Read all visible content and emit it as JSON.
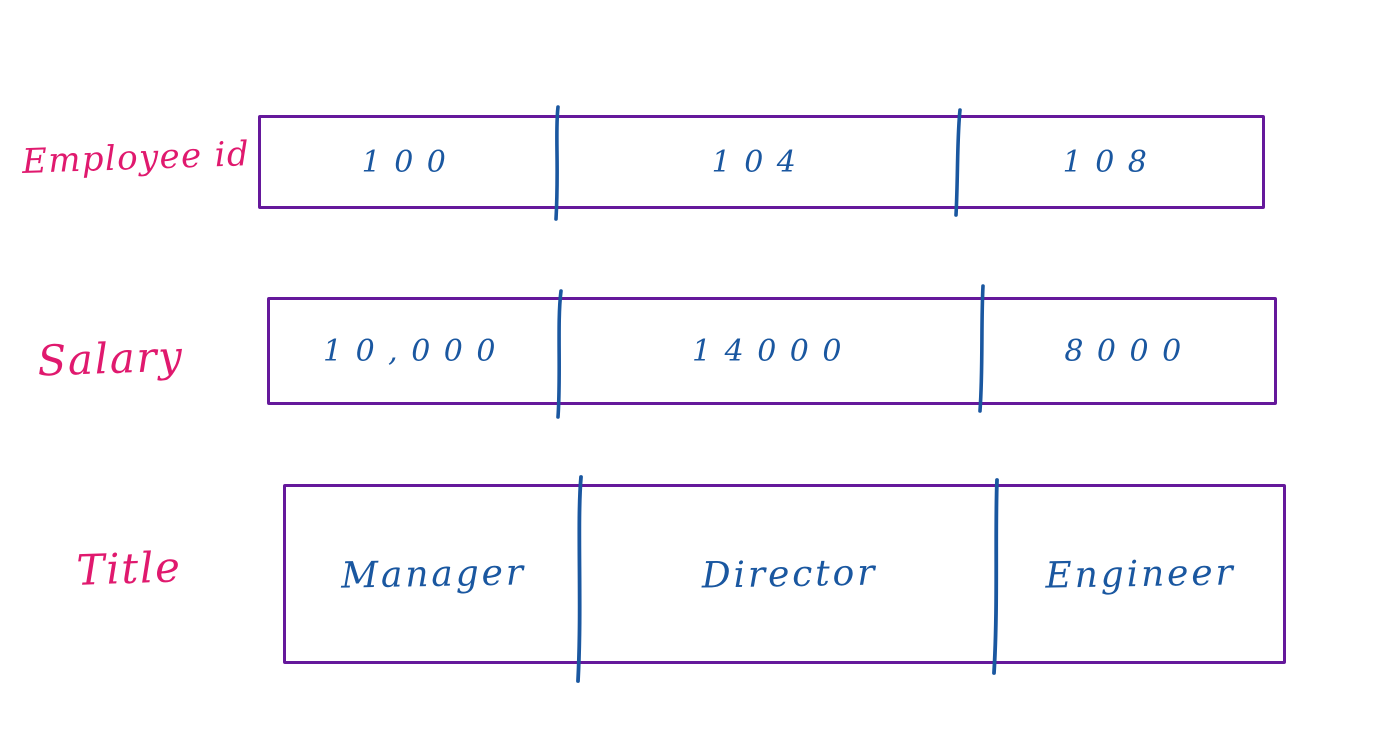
{
  "diagram": {
    "description_visible": false,
    "rows": [
      {
        "label": "Employee id",
        "cells": [
          "100",
          "104",
          "108"
        ]
      },
      {
        "label": "Salary",
        "cells": [
          "10,000",
          "14000",
          "8000"
        ]
      },
      {
        "label": "Title",
        "cells": [
          "Manager",
          "Director",
          "Engineer"
        ]
      }
    ],
    "colors": {
      "label_ink": "#e0196e",
      "value_ink": "#1a57a0",
      "box_border": "#65189b",
      "background": "#ffffff"
    }
  },
  "chart_data": {
    "type": "table",
    "title": "",
    "row_headers": [
      "Employee id",
      "Salary",
      "Title"
    ],
    "rows": [
      [
        "100",
        "104",
        "108"
      ],
      [
        "10,000",
        "14000",
        "8000"
      ],
      [
        "Manager",
        "Director",
        "Engineer"
      ]
    ]
  }
}
